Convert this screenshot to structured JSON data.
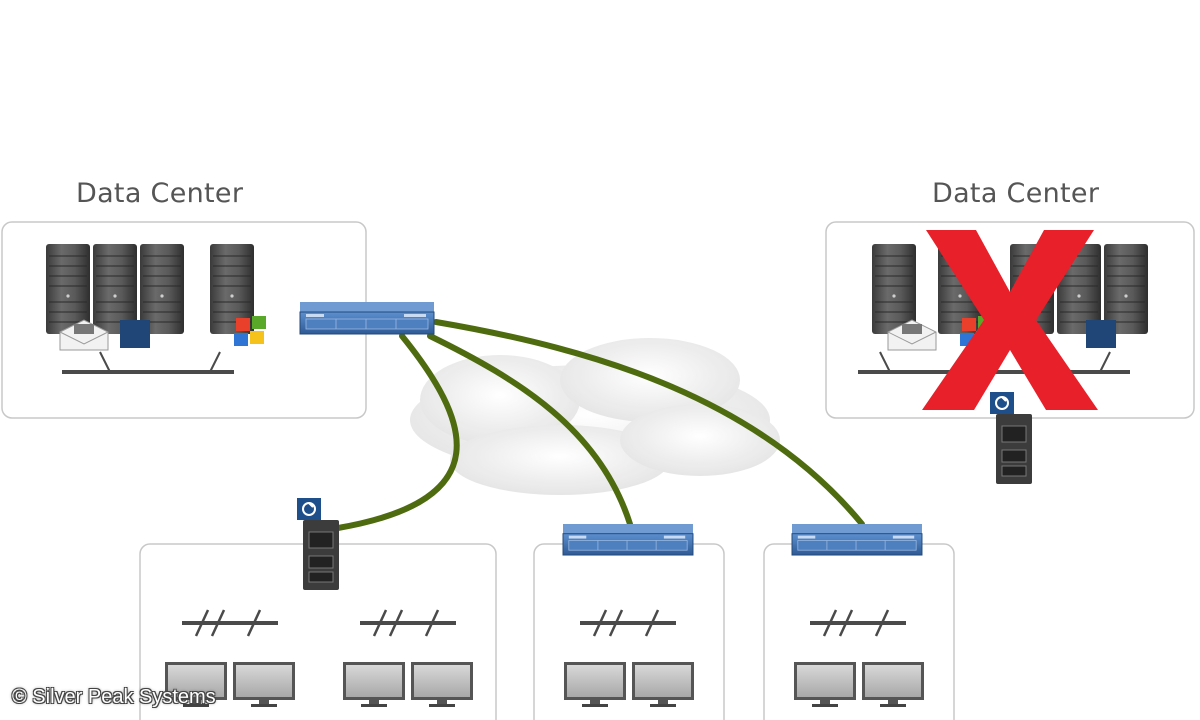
{
  "labels": {
    "data_center_left": "Data Center",
    "data_center_right": "Data Center",
    "copyright": "© Silver Peak Systems"
  },
  "colors": {
    "wan_link": "#4e6b10",
    "appliance": "#3f6fa8",
    "failure_mark": "#e8202a",
    "server": "#4d4d4d",
    "panel_border": "#c8c8c8",
    "cloud": "#efefef"
  },
  "status": {
    "right_data_center": "failed"
  }
}
